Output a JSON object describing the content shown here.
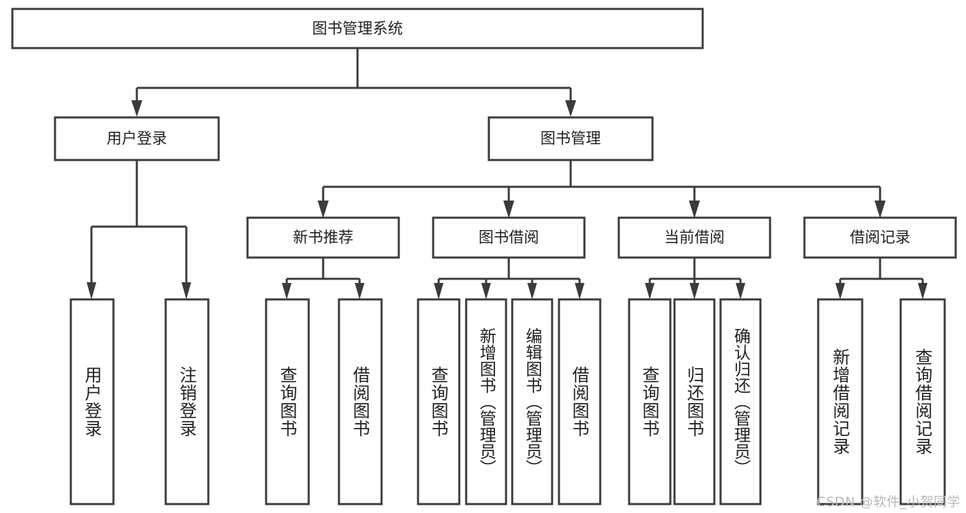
{
  "diagram": {
    "title": "图书管理系统",
    "type": "hierarchy-tree",
    "watermark": "CSDN @软件_小贺同学",
    "colors": {
      "stroke": "#3b3b3b",
      "fill": "#ffffff",
      "text": "#222222",
      "watermark": "#b9b9b9",
      "background": "#ffffff"
    },
    "levels": {
      "root": {
        "id": "root",
        "label": "图书管理系统"
      },
      "level2": [
        {
          "id": "user-login",
          "label": "用户登录"
        },
        {
          "id": "book-management",
          "label": "图书管理"
        }
      ],
      "level3": [
        {
          "id": "new-book-recommend",
          "label": "新书推荐",
          "parent": "book-management"
        },
        {
          "id": "book-borrow",
          "label": "图书借阅",
          "parent": "book-management"
        },
        {
          "id": "current-borrow",
          "label": "当前借阅",
          "parent": "book-management"
        },
        {
          "id": "borrow-record",
          "label": "借阅记录",
          "parent": "book-management"
        }
      ],
      "leaves": [
        {
          "id": "leaf-user-login",
          "label": "用户登录",
          "parent": "user-login"
        },
        {
          "id": "leaf-user-logout",
          "label": "注销登录",
          "parent": "user-login"
        },
        {
          "id": "leaf-query-book-1",
          "label": "查询图书",
          "parent": "new-book-recommend"
        },
        {
          "id": "leaf-borrow-book-1",
          "label": "借阅图书",
          "parent": "new-book-recommend"
        },
        {
          "id": "leaf-query-book-2",
          "label": "查询图书",
          "parent": "book-borrow"
        },
        {
          "id": "leaf-add-book",
          "label": "新增图书（管理员）",
          "parent": "book-borrow"
        },
        {
          "id": "leaf-edit-book",
          "label": "编辑图书（管理员）",
          "parent": "book-borrow"
        },
        {
          "id": "leaf-borrow-book-2",
          "label": "借阅图书",
          "parent": "book-borrow"
        },
        {
          "id": "leaf-query-book-3",
          "label": "查询图书",
          "parent": "current-borrow"
        },
        {
          "id": "leaf-return-book",
          "label": "归还图书",
          "parent": "current-borrow"
        },
        {
          "id": "leaf-confirm-return",
          "label": "确认归还（管理员）",
          "parent": "current-borrow"
        },
        {
          "id": "leaf-add-record",
          "label": "新增借阅记录",
          "parent": "borrow-record"
        },
        {
          "id": "leaf-query-record",
          "label": "查询借阅记录",
          "parent": "borrow-record"
        }
      ]
    }
  }
}
